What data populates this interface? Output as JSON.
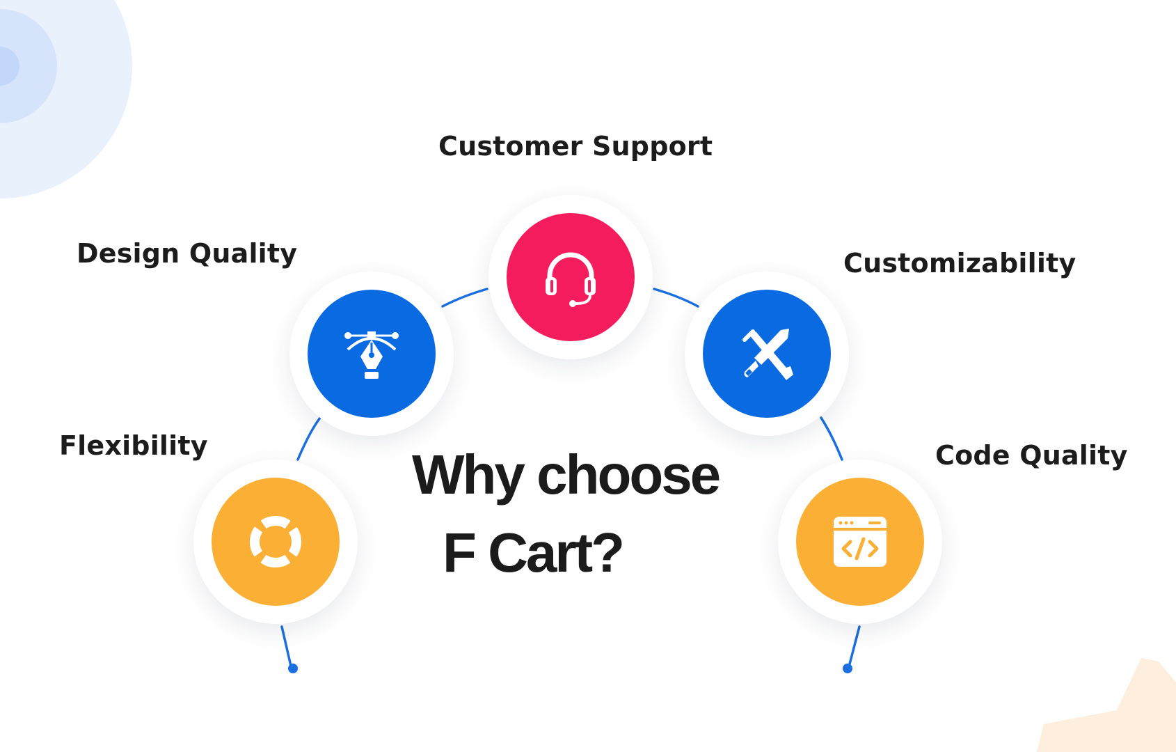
{
  "colors": {
    "pink": "#f51c5e",
    "blue": "#0a6ae1",
    "orange": "#fbb035",
    "line_blue": "#1b6fe0",
    "text": "#1c1c1c"
  },
  "features": {
    "customer_support": {
      "label": "Customer Support",
      "icon": "headset-icon"
    },
    "design_quality": {
      "label": "Design Quality",
      "icon": "pen-tool-icon"
    },
    "customizability": {
      "label": "Customizability",
      "icon": "tools-icon"
    },
    "flexibility": {
      "label": "Flexibility",
      "icon": "lifebuoy-icon"
    },
    "code_quality": {
      "label": "Code Quality",
      "icon": "code-window-icon"
    }
  },
  "headline": {
    "line1": "Why choose",
    "line2": "F Cart?"
  }
}
